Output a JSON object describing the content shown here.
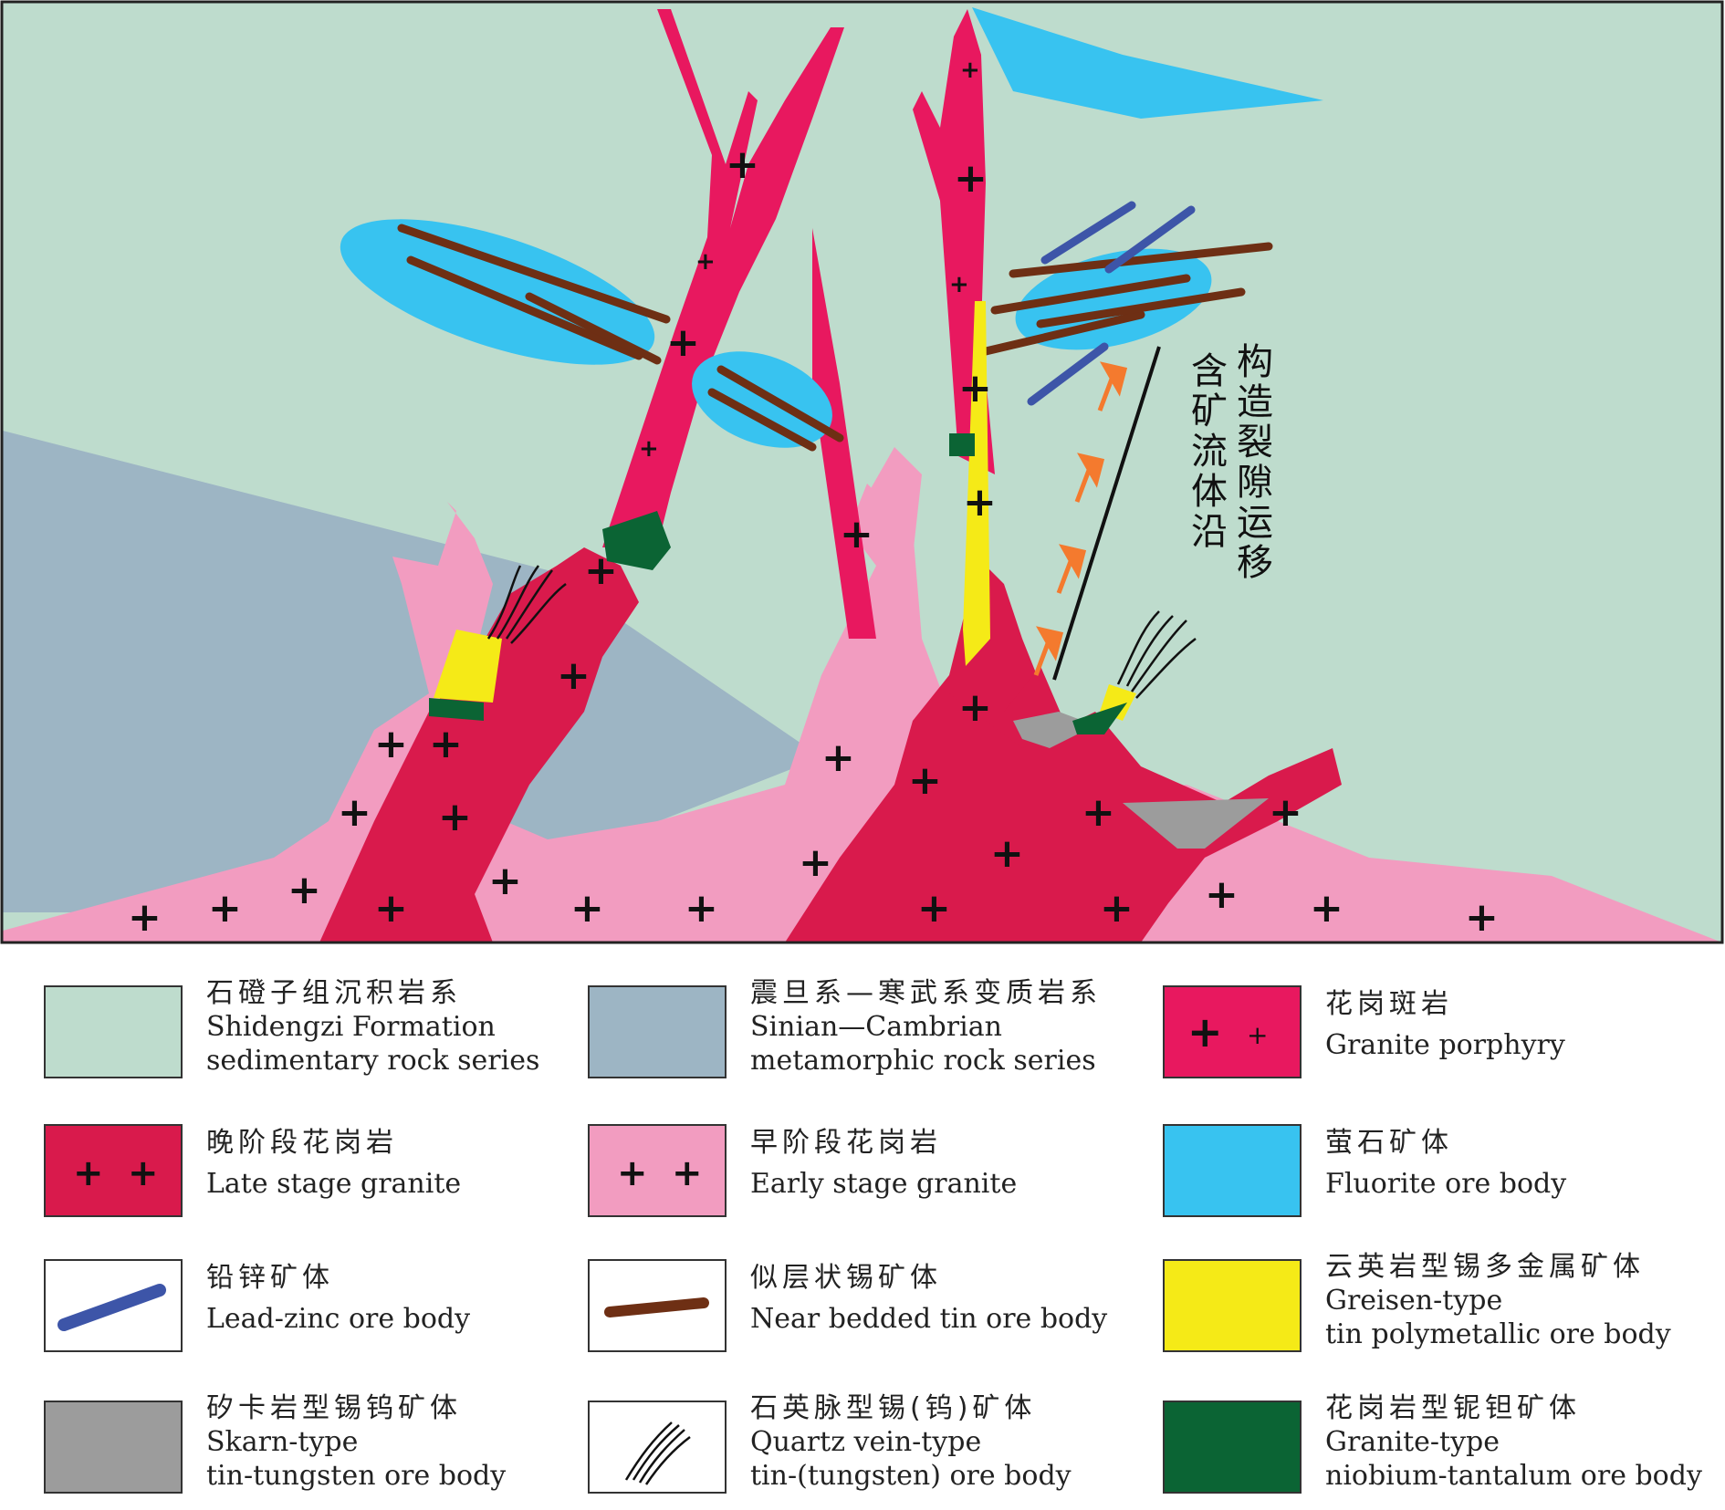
{
  "diagram": {
    "annotation_zh": "构造裂隙运移含矿流体沿",
    "colors": {
      "sedimentary": "#bedccd",
      "metamorphic": "#9db5c4",
      "granite_porphyry": "#e8185f",
      "late_granite": "#d91a4c",
      "early_granite": "#f29cc0",
      "fluorite": "#38c3f0",
      "lead_zinc": "#3d55a8",
      "tin_bedded": "#6e2f14",
      "greisen": "#f5ea17",
      "skarn": "#9c9c9c",
      "nb_ta": "#0b6434",
      "arrow": "#f47a2e"
    }
  },
  "legend": [
    {
      "zh": "石磴子组沉积岩系",
      "en1": "Shidengzi Formation",
      "en2": "sedimentary rock series",
      "swatch": "sedimentary"
    },
    {
      "zh": "震旦系—寒武系变质岩系",
      "en1": "Sinian—Cambrian",
      "en2": "metamorphic rock series",
      "swatch": "metamorphic"
    },
    {
      "zh": "花岗斑岩",
      "en1": "Granite  porphyry",
      "en2": "",
      "swatch": "granite_porphyry"
    },
    {
      "zh": "晚阶段花岗岩",
      "en1": "Late stage granite",
      "en2": "",
      "swatch": "late_granite"
    },
    {
      "zh": "早阶段花岗岩",
      "en1": "Early stage granite",
      "en2": "",
      "swatch": "early_granite"
    },
    {
      "zh": "萤石矿体",
      "en1": "Fluorite ore body",
      "en2": "",
      "swatch": "fluorite"
    },
    {
      "zh": "铅锌矿体",
      "en1": "Lead-zinc ore body",
      "en2": "",
      "swatch": "lead_zinc"
    },
    {
      "zh": "似层状锡矿体",
      "en1": "Near bedded tin ore body",
      "en2": "",
      "swatch": "tin_bedded"
    },
    {
      "zh": "云英岩型锡多金属矿体",
      "en1": "Greisen-type",
      "en2": "tin polymetallic ore body",
      "swatch": "greisen"
    },
    {
      "zh": "矽卡岩型锡钨矿体",
      "en1": "Skarn-type",
      "en2": "tin-tungsten ore body",
      "swatch": "skarn"
    },
    {
      "zh": "石英脉型锡(钨)矿体",
      "en1": "Quartz vein-type",
      "en2": "tin-(tungsten) ore body",
      "swatch": "quartz_vein"
    },
    {
      "zh": "花岗岩型铌钽矿体",
      "en1": "Granite-type",
      "en2": "niobium-tantalum ore body",
      "swatch": "nb_ta"
    }
  ]
}
